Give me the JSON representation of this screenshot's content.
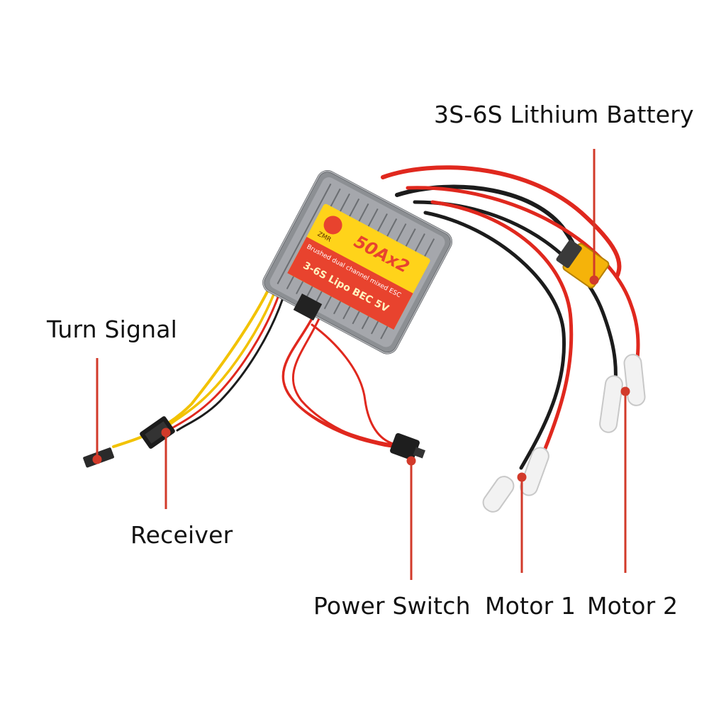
{
  "colors": {
    "pointer": "#d23a2a",
    "wire_red": "#e0281e",
    "wire_black": "#1c1c1c",
    "wire_yellow": "#f2c200",
    "sticker_yellow": "#ffd31a",
    "sticker_red": "#e8432e",
    "xt60_yellow": "#f5b30a"
  },
  "labels": {
    "battery": "3S-6S Lithium Battery",
    "turn_signal": "Turn Signal",
    "receiver": "Receiver",
    "power_switch": "Power Switch",
    "motor1": "Motor 1",
    "motor2": "Motor 2"
  },
  "device": {
    "logo_text": "ZMR",
    "model": "50Ax2",
    "description": "Brushed dual channel mixed ESC",
    "spec": "3-6S Lipo  BEC 5V"
  },
  "icons": [
    "esc-body",
    "xt60-connector",
    "servo-connector",
    "dupont-connector",
    "toggle-switch",
    "bullet-connector"
  ]
}
